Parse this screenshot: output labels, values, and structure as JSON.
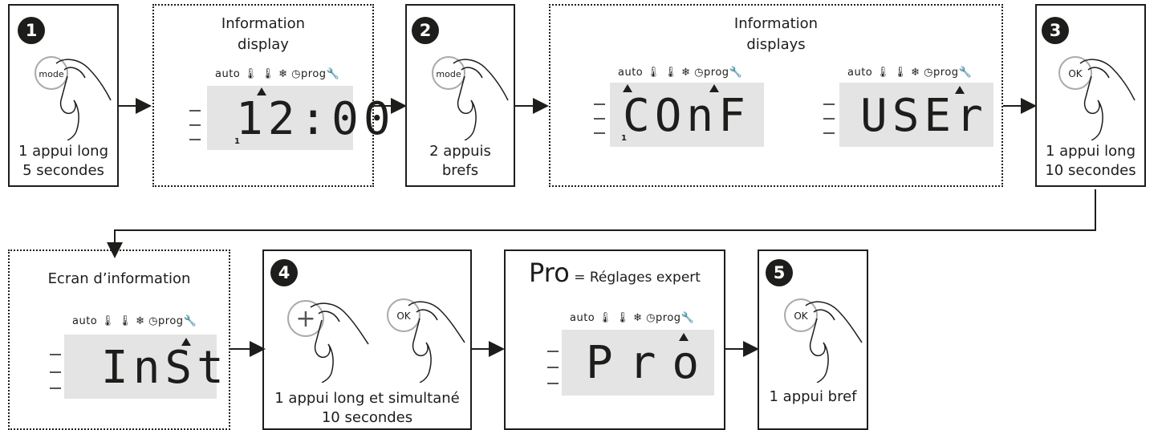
{
  "colors": {
    "ink": "#1d1d1b",
    "screen": "#e4e4e4"
  },
  "lcd_icons": "auto 🌡 🌡 ❄ ◷prog🔧",
  "steps": [
    {
      "number": "1",
      "button": "mode",
      "caption": "1 appui long\n5 secondes"
    },
    {
      "number": "2",
      "button": "mode",
      "caption": "2 appuis\nbrefs"
    },
    {
      "number": "3",
      "button": "OK",
      "caption": "1 appui long\n10 secondes"
    },
    {
      "number": "4",
      "button_plus": "+",
      "button_ok": "OK",
      "caption": "1 appui long et simultané\n10 secondes"
    },
    {
      "number": "5",
      "button": "OK",
      "caption": "1 appui bref"
    }
  ],
  "info1": {
    "title": "Information\ndisplay",
    "display": "12:00",
    "indicator": "1"
  },
  "info2": {
    "title": "Information\ndisplays",
    "display_a": "COnF",
    "display_b": "USEr",
    "indicator": "1"
  },
  "info3": {
    "title": "Ecran d’information",
    "display": "InSt"
  },
  "pro": {
    "big": "Pro",
    "small": " = Réglages expert",
    "display": "Pro"
  }
}
